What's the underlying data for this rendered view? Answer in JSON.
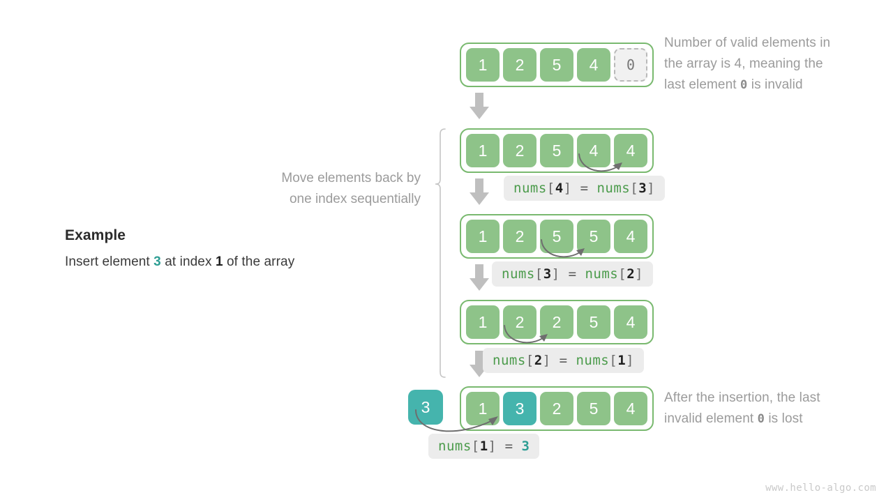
{
  "example": {
    "title": "Example",
    "desc_prefix": "Insert element ",
    "desc_value": "3",
    "desc_middle": " at index ",
    "desc_index": "1",
    "desc_suffix": " of the array"
  },
  "notes": {
    "top_line1": "Number of valid elements in",
    "top_line2": "the array is 4, meaning the",
    "top_line3_pre": "last element ",
    "top_line3_val": "0",
    "top_line3_post": " is invalid",
    "move_line1": "Move elements back by",
    "move_line2": "one index sequentially",
    "bottom_line1": "After the insertion, the last",
    "bottom_line2_pre": "invalid element ",
    "bottom_line2_val": "0",
    "bottom_line2_post": " is lost"
  },
  "insert_element": "3",
  "arrays": [
    {
      "id": "array-0",
      "cells": [
        {
          "value": "1",
          "kind": "green"
        },
        {
          "value": "2",
          "kind": "green"
        },
        {
          "value": "5",
          "kind": "green"
        },
        {
          "value": "4",
          "kind": "green"
        },
        {
          "value": "0",
          "kind": "invalid"
        }
      ]
    },
    {
      "id": "array-1",
      "cells": [
        {
          "value": "1",
          "kind": "green"
        },
        {
          "value": "2",
          "kind": "green"
        },
        {
          "value": "5",
          "kind": "green"
        },
        {
          "value": "4",
          "kind": "green"
        },
        {
          "value": "4",
          "kind": "green"
        }
      ]
    },
    {
      "id": "array-2",
      "cells": [
        {
          "value": "1",
          "kind": "green"
        },
        {
          "value": "2",
          "kind": "green"
        },
        {
          "value": "5",
          "kind": "green"
        },
        {
          "value": "5",
          "kind": "green"
        },
        {
          "value": "4",
          "kind": "green"
        }
      ]
    },
    {
      "id": "array-3",
      "cells": [
        {
          "value": "1",
          "kind": "green"
        },
        {
          "value": "2",
          "kind": "green"
        },
        {
          "value": "2",
          "kind": "green"
        },
        {
          "value": "5",
          "kind": "green"
        },
        {
          "value": "4",
          "kind": "green"
        }
      ]
    },
    {
      "id": "array-4",
      "cells": [
        {
          "value": "1",
          "kind": "green"
        },
        {
          "value": "3",
          "kind": "teal"
        },
        {
          "value": "2",
          "kind": "green"
        },
        {
          "value": "5",
          "kind": "green"
        },
        {
          "value": "4",
          "kind": "green"
        }
      ]
    }
  ],
  "code_labels": [
    {
      "id": "code-1",
      "fn": "nums",
      "lb": "[",
      "idx": "4",
      "rb": "]",
      "eq": "=",
      "fn2": "nums",
      "lb2": "[",
      "idx2": "3",
      "rb2": "]"
    },
    {
      "id": "code-2",
      "fn": "nums",
      "lb": "[",
      "idx": "3",
      "rb": "]",
      "eq": "=",
      "fn2": "nums",
      "lb2": "[",
      "idx2": "2",
      "rb2": "]"
    },
    {
      "id": "code-3",
      "fn": "nums",
      "lb": "[",
      "idx": "2",
      "rb": "]",
      "eq": "=",
      "fn2": "nums",
      "lb2": "[",
      "idx2": "1",
      "rb2": "]"
    },
    {
      "id": "code-4",
      "fn": "nums",
      "lb": "[",
      "idx": "1",
      "rb": "]",
      "eq": "=",
      "val": "3"
    }
  ],
  "colors": {
    "green_fill": "#8ec389",
    "green_border": "#79b96f",
    "teal_fill": "#45b4ad",
    "teal_text": "#2e9e94",
    "note_gray": "#9b9b9b",
    "label_bg": "#ececec",
    "arrow_gray": "#bfbfbf",
    "curve_gray": "#6e6e6e",
    "invalid_fill": "#f1f1f1",
    "invalid_border": "#b9b9b9"
  },
  "watermark": "www.hello-algo.com"
}
